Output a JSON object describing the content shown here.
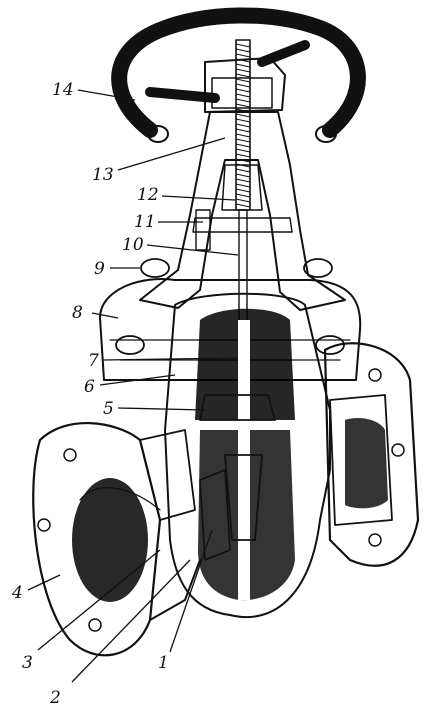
{
  "figure": {
    "subject": "gate valve cutaway",
    "callouts": [
      {
        "id": "1",
        "label": "1"
      },
      {
        "id": "2",
        "label": "2"
      },
      {
        "id": "3",
        "label": "3"
      },
      {
        "id": "4",
        "label": "4"
      },
      {
        "id": "5",
        "label": "5"
      },
      {
        "id": "6",
        "label": "6"
      },
      {
        "id": "7",
        "label": "7"
      },
      {
        "id": "8",
        "label": "8"
      },
      {
        "id": "9",
        "label": "9"
      },
      {
        "id": "10",
        "label": "10"
      },
      {
        "id": "11",
        "label": "11"
      },
      {
        "id": "12",
        "label": "12"
      },
      {
        "id": "13",
        "label": "13"
      },
      {
        "id": "14",
        "label": "14"
      }
    ]
  },
  "colors": {
    "ink": "#111111",
    "background": "#ffffff"
  }
}
